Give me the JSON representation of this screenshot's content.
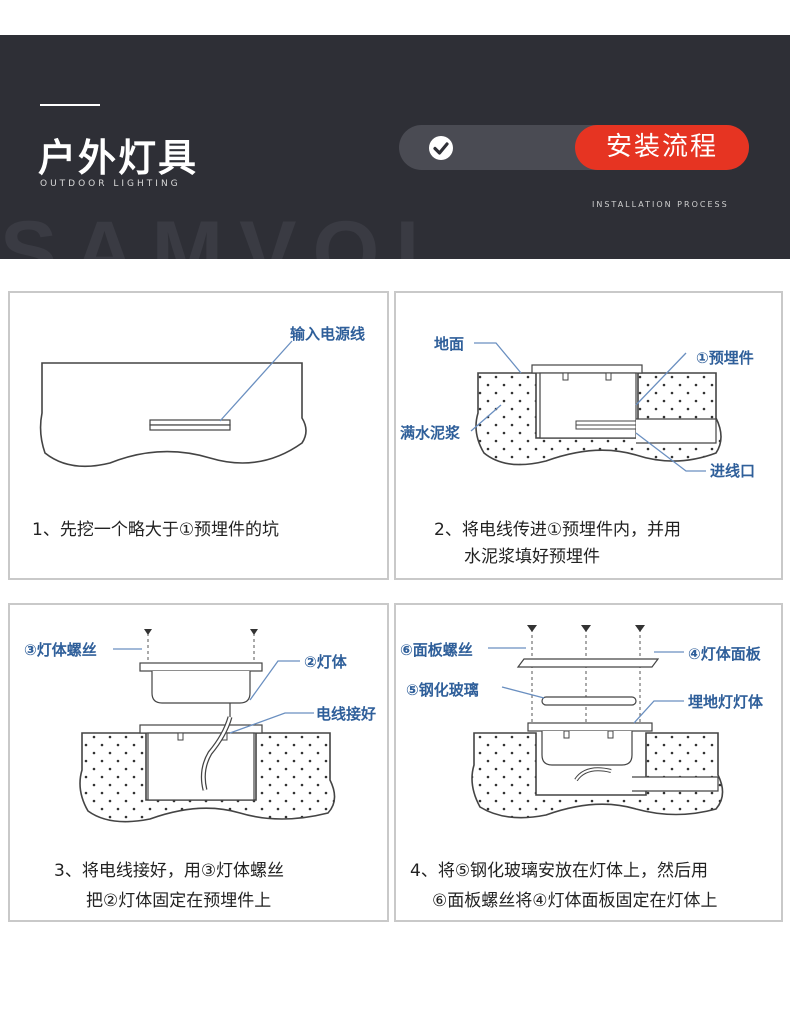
{
  "header": {
    "title": "户外灯具",
    "subtitle": "OUTDOOR LIGHTING",
    "watermark": "SAMVOL",
    "badge_label": "安装流程",
    "process_label": "INSTALLATION PROCESS"
  },
  "colors": {
    "banner_bg": "#2e2f36",
    "accent": "#e63422",
    "label_blue": "#2f5f9a"
  },
  "steps": [
    {
      "labels": {
        "cable": "输入电源线"
      },
      "caption_line1": "1、先挖一个略大于①预埋件的坑",
      "caption_line2": ""
    },
    {
      "labels": {
        "ground": "地面",
        "embedded": "①预埋件",
        "mortar": "满水泥浆",
        "inlet": "进线口"
      },
      "caption_line1": "2、将电线传进①预埋件内，并用",
      "caption_line2": "水泥浆填好预埋件"
    },
    {
      "labels": {
        "screws": "③灯体螺丝",
        "body": "②灯体",
        "wiring": "电线接好"
      },
      "caption_line1": "3、将电线接好，用③灯体螺丝",
      "caption_line2": "把②灯体固定在预埋件上"
    },
    {
      "labels": {
        "panel_screws": "⑥面板螺丝",
        "panel": "④灯体面板",
        "glass": "⑤钢化玻璃",
        "inground_body": "埋地灯灯体"
      },
      "caption_line1": "4、将⑤钢化玻璃安放在灯体上，然后用",
      "caption_line2": "⑥面板螺丝将④灯体面板固定在灯体上"
    }
  ]
}
